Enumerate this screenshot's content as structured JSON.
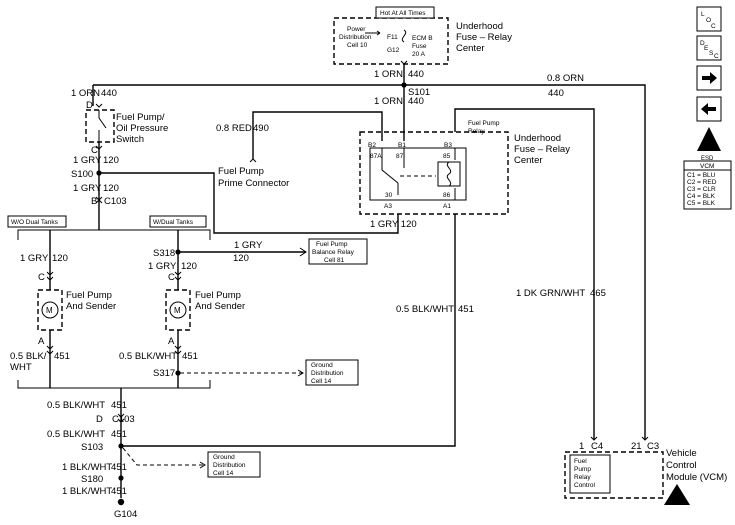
{
  "fuse_block": {
    "header": "Hot At All Times",
    "cell": [
      "Power",
      "Distribution",
      "Cell 10"
    ],
    "fuse_id": "F11",
    "fuse_name": [
      "ECM B",
      "Fuse"
    ],
    "fuse_rating": "20 A",
    "terminal": "G12",
    "title": [
      "Underhood",
      "Fuse – Relay",
      "Center"
    ]
  },
  "relay": {
    "title": [
      "Underhood",
      "Fuse – Relay",
      "Center"
    ],
    "name": [
      "Fuel Pump",
      "Relay"
    ],
    "terminals": [
      "B2",
      "B1",
      "B3",
      "87A",
      "87",
      "85",
      "30",
      "86",
      "A3",
      "A1"
    ],
    "left_bottom_wire": "1 GRY 120"
  },
  "nav_icons": {
    "loc": [
      "L",
      "O",
      "C"
    ],
    "desc": [
      "D",
      "E",
      "S",
      "C"
    ],
    "esd_label": "ESD"
  },
  "vcm_legend": {
    "title": "VCM",
    "rows": [
      "C1 = BLU",
      "C2 = RED",
      "C3 = CLR",
      "C4 = BLK",
      "C5 = BLK"
    ]
  },
  "wires": {
    "orn_top_left": "1 ORN",
    "orn_top_left_num": "440",
    "orn_mid": "1 ORN",
    "orn_mid_num": "440",
    "orn_splice_right": "1 ORN",
    "orn_splice_right_num": "440",
    "orn_far_right": "0.8 ORN",
    "orn_far_right_num": "440",
    "red": "0.8 RED",
    "red_num": "490",
    "gry_c": "1 GRY",
    "gry_c_num": "120",
    "gry_s100": "1 GRY",
    "gry_s100_num": "120",
    "gry_left_sub": "1 GRY",
    "gry_left_sub_num": "120",
    "gry_s318_right": "1 GRY",
    "gry_s318_right_num": "120",
    "gry_right_sub": "1 GRY",
    "gry_right_sub_num": "120",
    "blk_left": [
      "0.5 BLK/",
      "WHT"
    ],
    "blk_left_num": "451",
    "blk_right": "0.5 BLK/WHT",
    "blk_right_num": "451",
    "blk_relay": "0.5 BLK/WHT",
    "blk_relay_num": "451",
    "dkgrn": "1 DK GRN/WHT",
    "dkgrn_num": "465",
    "blk_c103_top": "0.5 BLK/WHT",
    "blk_c103_top_num": "451",
    "blk_c103_bot": "0.5 BLK/WHT",
    "blk_c103_bot_num": "451",
    "blk_s103": "1 BLK/WHT",
    "blk_s103_num": "451",
    "blk_s180": "1 BLK/WHT",
    "blk_s180_num": "451"
  },
  "connectors": {
    "D_top": "D",
    "C_switch": "C",
    "B_c103": "B",
    "c103_top": "C103",
    "C_left_pump": "C",
    "A_left_pump": "A",
    "C_right_pump": "C",
    "A_right_pump": "A",
    "D_c103": "D",
    "c103_bottom": "C103",
    "pin1": "1",
    "c4": "C4",
    "pin21": "21",
    "c3": "C3"
  },
  "splices": {
    "s101": "S101",
    "s100": "S100",
    "s318": "S318",
    "s317": "S317",
    "s103": "S103",
    "s180": "S180",
    "g104": "G104"
  },
  "components": {
    "switch": [
      "Fuel Pump/",
      "Oil Pressure",
      "Switch"
    ],
    "prime": [
      "Fuel Pump",
      "Prime Connector"
    ],
    "pump_left": [
      "Fuel Pump",
      "And Sender"
    ],
    "pump_right": [
      "Fuel Pump",
      "And Sender"
    ],
    "motor_symbol": "M",
    "tank_left": "W/O Dual Tanks",
    "tank_right": "W/Dual Tanks",
    "balance_relay": [
      "Fuel Pump",
      "Balance Relay",
      "Cell 81"
    ],
    "ground_cell_a": [
      "Ground",
      "Distribution",
      "Cell 14"
    ],
    "ground_cell_b": [
      "Ground",
      "Distribution",
      "Cell 14"
    ],
    "vcm_title": [
      "Vehicle",
      "Control",
      "Module (VCM)"
    ],
    "vcm_inner": [
      "Fuel",
      "Pump",
      "Relay",
      "Control"
    ]
  }
}
